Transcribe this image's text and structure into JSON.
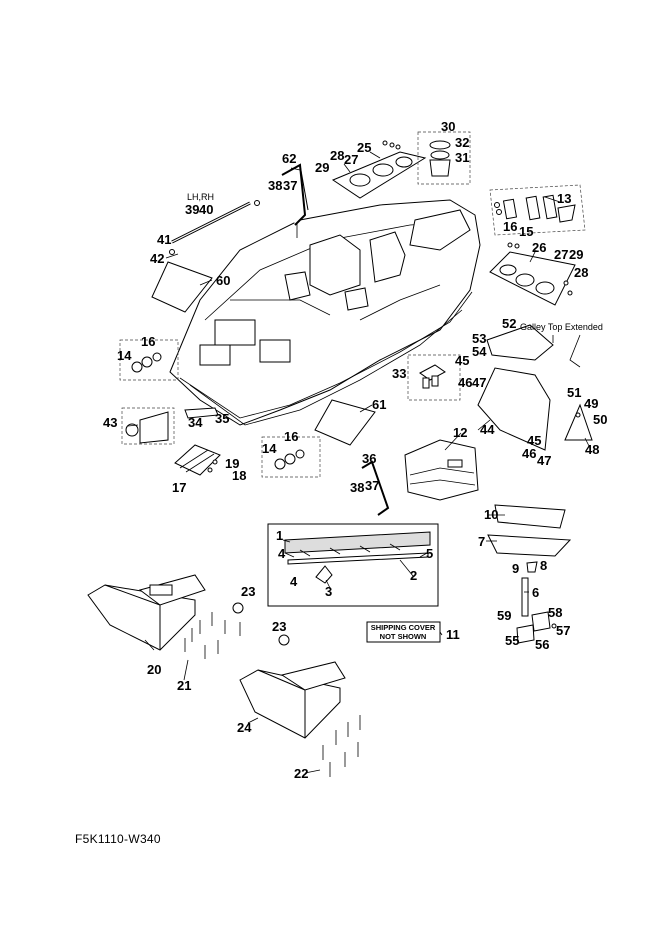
{
  "figure_code": "F5K1110-W340",
  "labels": {
    "lhrh": "LH,RH",
    "galley": "Galley Top Extended",
    "ship1": "SHIPPING COVER",
    "ship2": "NOT SHOWN"
  },
  "callouts": [
    "1",
    "2",
    "3",
    "4",
    "4",
    "5",
    "6",
    "7",
    "8",
    "9",
    "10",
    "11",
    "12",
    "13",
    "14",
    "14",
    "15",
    "16",
    "16",
    "16",
    "17",
    "18",
    "19",
    "20",
    "21",
    "22",
    "23",
    "23",
    "24",
    "25",
    "26",
    "27",
    "27",
    "28",
    "28",
    "29",
    "29",
    "30",
    "31",
    "32",
    "33",
    "34",
    "35",
    "36",
    "37",
    "37",
    "38",
    "38",
    "39",
    "40",
    "41",
    "42",
    "43",
    "44",
    "45",
    "45",
    "46",
    "46",
    "47",
    "47",
    "48",
    "49",
    "50",
    "51",
    "52",
    "53",
    "54",
    "55",
    "56",
    "57",
    "58",
    "59",
    "60",
    "61",
    "62"
  ]
}
